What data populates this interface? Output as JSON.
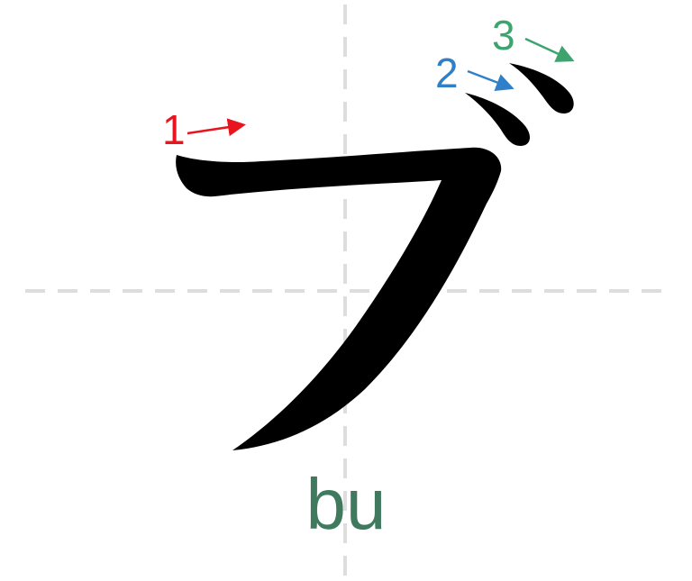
{
  "kana": {
    "char": "ブ",
    "romaji": "bu",
    "romaji_color": "#3f7a5e"
  },
  "guide_color": "#dddddd",
  "strokes": [
    {
      "number": "1",
      "color": "#e8141e",
      "icon": "arrow-right-icon"
    },
    {
      "number": "2",
      "color": "#2f80c8",
      "icon": "arrow-right-icon"
    },
    {
      "number": "3",
      "color": "#3ea46f",
      "icon": "arrow-right-icon"
    }
  ]
}
